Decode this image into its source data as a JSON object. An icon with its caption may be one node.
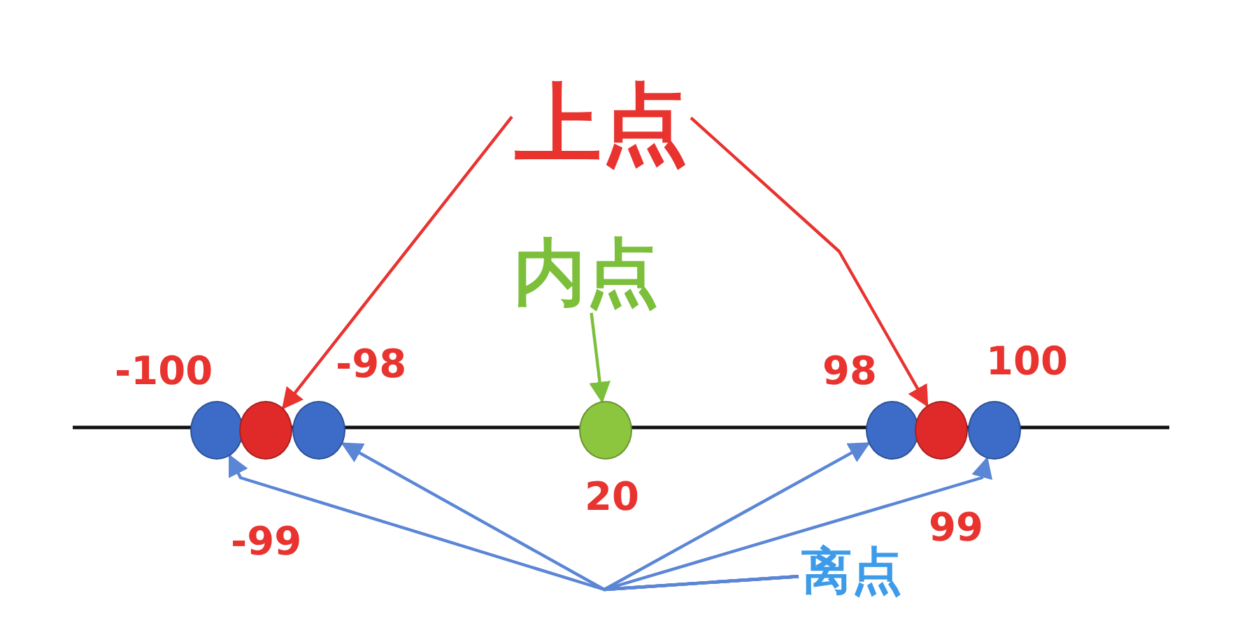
{
  "diagram": {
    "nodes": [
      {
        "text": [
          "上点"
        ]
      },
      {
        "text": [
          "内点"
        ]
      },
      {
        "text": [
          "离点"
        ]
      },
      {
        "text": [],
        "shape": "circle"
      },
      {
        "text": [],
        "shape": "circle"
      },
      {
        "text": [],
        "shape": "circle"
      },
      {
        "text": [],
        "shape": "circle",
        "beside": [
          "20"
        ]
      },
      {
        "text": [],
        "shape": "circle"
      },
      {
        "text": [],
        "shape": "circle"
      },
      {
        "text": [],
        "shape": "circle"
      }
    ],
    "edges": [
      {
        "from": 0,
        "to": 4,
        "arrow": "to",
        "color": "#e8332f"
      },
      {
        "from": 0,
        "to": 8,
        "arrow": "to",
        "color": "#e8332f"
      },
      {
        "from": 1,
        "to": 6,
        "arrow": "to",
        "color": "#7cbf3a"
      },
      {
        "from": 2,
        "to": 3,
        "arrow": "to"
      },
      {
        "from": 2,
        "to": 5,
        "arrow": "to"
      },
      {
        "from": 2,
        "to": 7,
        "arrow": "to"
      },
      {
        "from": 2,
        "to": 9,
        "arrow": "to"
      }
    ],
    "labels": [
      "-100",
      "-98",
      "98",
      "100",
      "-99",
      "99"
    ]
  }
}
